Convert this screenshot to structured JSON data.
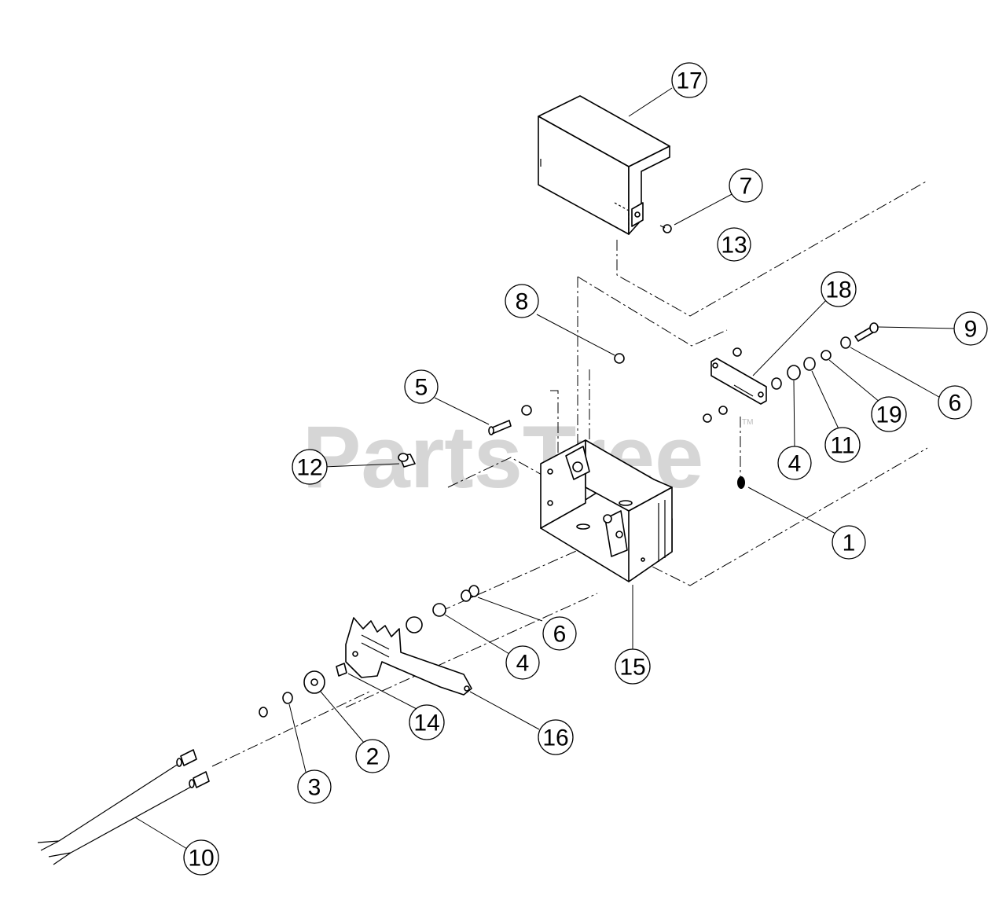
{
  "watermark": {
    "text": "PartsTree",
    "trademark": "TM"
  },
  "callouts": [
    {
      "number": "17"
    },
    {
      "number": "7"
    },
    {
      "number": "13"
    },
    {
      "number": "8"
    },
    {
      "number": "18"
    },
    {
      "number": "9"
    },
    {
      "number": "6"
    },
    {
      "number": "19"
    },
    {
      "number": "5"
    },
    {
      "number": "4"
    },
    {
      "number": "11"
    },
    {
      "number": "12"
    },
    {
      "number": "1"
    },
    {
      "number": "15"
    },
    {
      "number": "6"
    },
    {
      "number": "4"
    },
    {
      "number": "14"
    },
    {
      "number": "16"
    },
    {
      "number": "2"
    },
    {
      "number": "3"
    },
    {
      "number": "10"
    }
  ]
}
